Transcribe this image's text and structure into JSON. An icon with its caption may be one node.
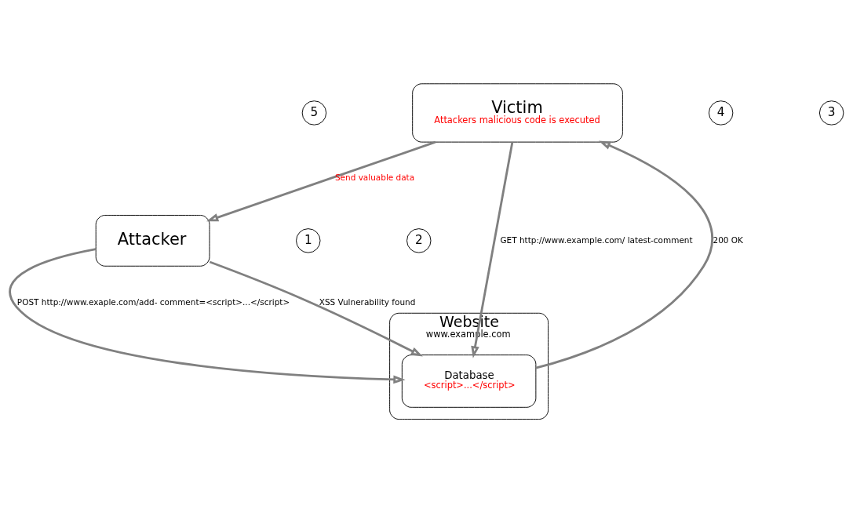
{
  "diagram": {
    "nodes": [
      {
        "text": [
          "Victim",
          "Attackers malicious code is executed"
        ]
      },
      {
        "text": [
          "Attacker"
        ]
      },
      {
        "text": [
          "Website",
          "www.example.com"
        ]
      },
      {
        "text": [
          "Database",
          "<script>...</script>"
        ],
        "in": 2
      },
      {
        "text": [
          "1"
        ]
      },
      {
        "text": [
          "2"
        ]
      },
      {
        "text": [
          "3"
        ]
      },
      {
        "text": [
          "4"
        ]
      },
      {
        "text": [
          "5"
        ]
      }
    ],
    "edges": [
      {
        "from": 1,
        "to": 3,
        "arrow": "to",
        "label": "XSS Vulnerability found"
      },
      {
        "from": 1,
        "to": 3,
        "arrow": "to",
        "label": "POST http://www.exaple.com/add- comment=<script>...</script>"
      },
      {
        "from": 0,
        "to": 3,
        "arrow": "to",
        "label": "GET http://www.example.com/ latest-comment"
      },
      {
        "from": 3,
        "to": 0,
        "arrow": "to",
        "label": "200 OK"
      },
      {
        "from": 0,
        "to": 1,
        "arrow": "to",
        "label": "Send valuable data"
      }
    ]
  }
}
